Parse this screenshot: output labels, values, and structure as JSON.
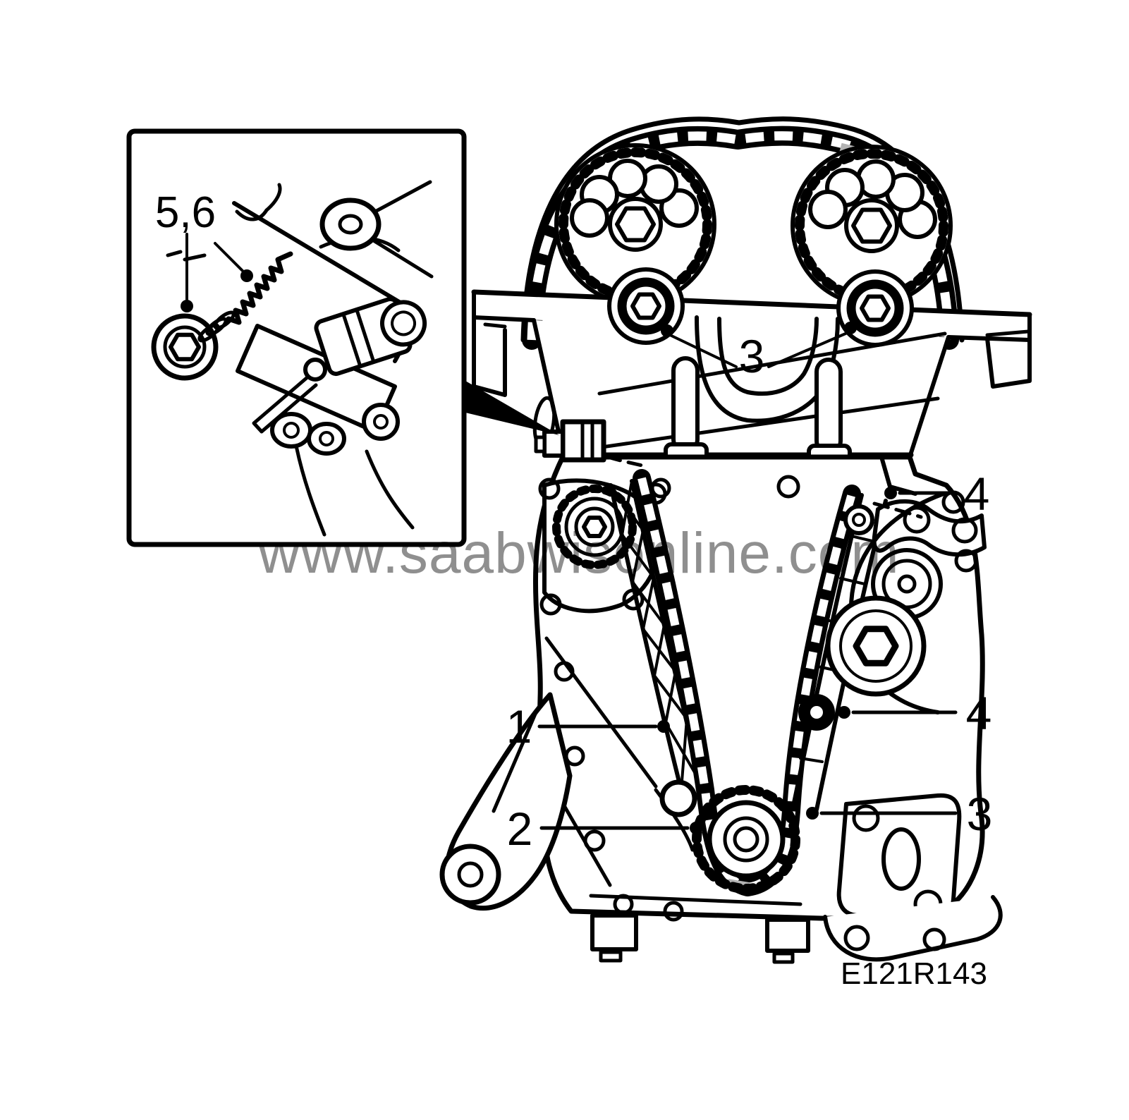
{
  "figure": {
    "watermark": "www.saabwisonline.com",
    "code": "E121R143"
  },
  "callouts": {
    "inset": "5,6",
    "top_bolts": "3",
    "left_guide": "1",
    "crank_sprocket": "2",
    "right_upper_bolt": "4",
    "right_lower_bolt": "4",
    "right_chain": "3"
  },
  "colors": {
    "line": "#000000",
    "highlight_link": "#b3b3b3",
    "watermark": "#8f8f8f",
    "background": "#ffffff"
  }
}
